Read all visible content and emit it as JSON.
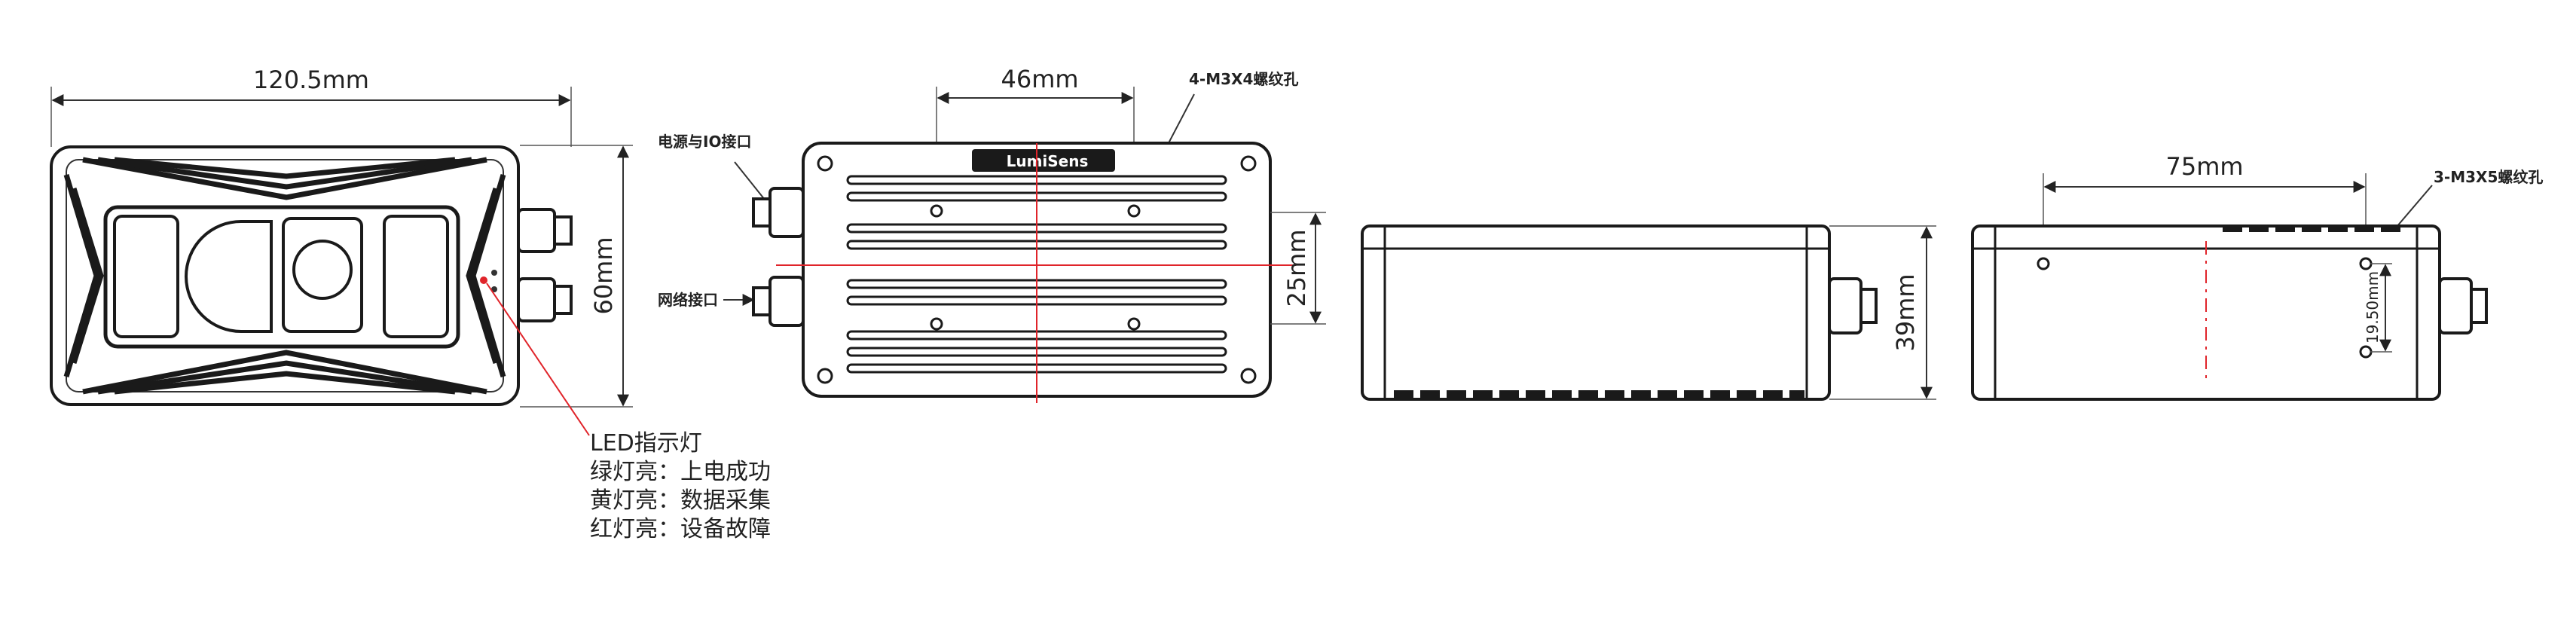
{
  "colors": {
    "line": "#1a1a1a",
    "accent_red": "#e0242a",
    "background": "#ffffff"
  },
  "views": {
    "front": {
      "width_label": "120.5mm",
      "height_label": "60mm",
      "led_note": {
        "title": "LED指示灯",
        "lines": [
          "绿灯亮：上电成功",
          "黄灯亮：数据采集",
          "红灯亮：设备故障"
        ]
      }
    },
    "top": {
      "hole_spacing_label": "46mm",
      "thread_label": "4-M3X4螺纹孔",
      "power_label": "电源与IO接口",
      "network_label": "网络接口",
      "center_height_label": "25mm",
      "logo_text": "LumiSens"
    },
    "side": {
      "height_label": "39mm"
    },
    "back": {
      "hole_spacing_label": "75mm",
      "thread_label": "3-M3X5螺纹孔",
      "vertical_spacing_label": "19.50mm"
    }
  }
}
